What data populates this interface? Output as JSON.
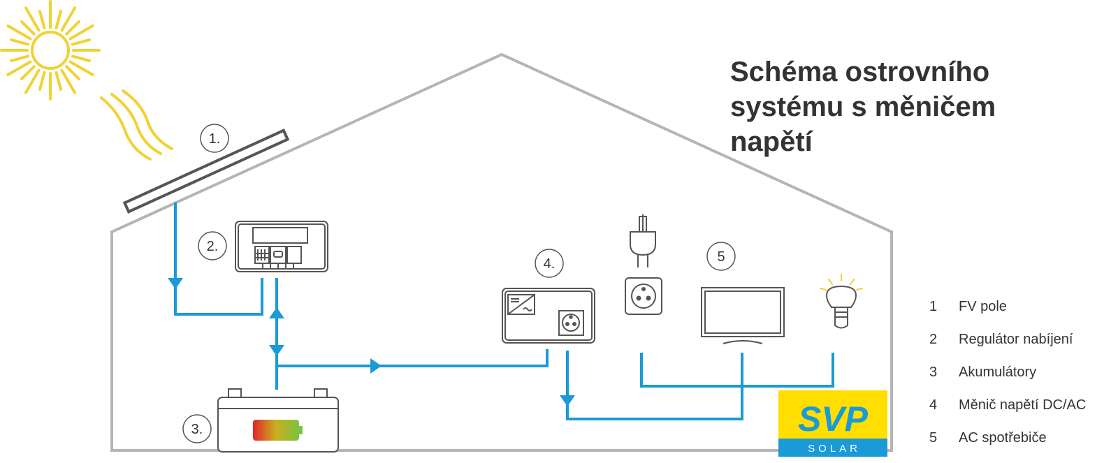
{
  "title_lines": [
    "Schéma ostrovního",
    "systému s měničem",
    "napětí"
  ],
  "markers": [
    "1.",
    "2.",
    "3.",
    "4.",
    "5"
  ],
  "legend": [
    {
      "num": "1",
      "text": "FV pole"
    },
    {
      "num": "2",
      "text": "Regulátor nabíjení"
    },
    {
      "num": "3",
      "text": "Akumulátory"
    },
    {
      "num": "4",
      "text": "Měnič napětí DC/AC"
    },
    {
      "num": "5",
      "text": "AC spotřebiče"
    }
  ],
  "logo": {
    "brand": "SVP",
    "sub": "SOLAR"
  },
  "colors": {
    "flow": "#1a9ad6",
    "sun": "#f2d132",
    "house_outline": "#b5b5b5",
    "device": "#555555",
    "logo_yellow": "#ffde00",
    "logo_blue": "#1a9ad6",
    "text": "#333333"
  }
}
